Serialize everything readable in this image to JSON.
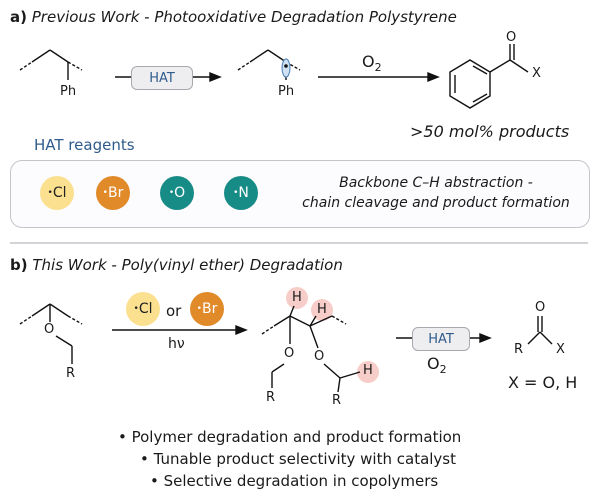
{
  "section_a": {
    "label": "a)",
    "title": "Previous Work - Photooxidative Degradation Polystyrene",
    "substituent": "Ph",
    "hat_pill": "HAT",
    "oxidant": "O2",
    "product_x": "X",
    "product_o": "O",
    "yield_text": ">50 mol% products",
    "reagents_label": "HAT reagents",
    "reagents": [
      "Cl",
      "Br",
      "O",
      "N"
    ],
    "box_line1": "Backbone C–H abstraction -",
    "box_line2": "chain cleavage and product formation"
  },
  "section_b": {
    "label": "b)",
    "title": "This Work - Poly(vinyl ether) Degradation",
    "reagent_left": "Cl",
    "or_text": "or",
    "reagent_right": "Br",
    "hv": "hν",
    "hat_pill": "HAT",
    "oxidant": "O2",
    "r_group": "R",
    "o_atom": "O",
    "h_atom": "H",
    "product_x": "X",
    "x_definition": "X = O, H",
    "bullets": [
      "• Polymer degradation and product formation",
      "• Tunable product selectivity with catalyst",
      "• Selective degradation in copolymers"
    ]
  },
  "colors": {
    "cl": "#fbe08f",
    "br": "#e08a2a",
    "teal": "#178c86",
    "blue": "#2f5b8c",
    "h_highlight": "#f5c4be"
  }
}
